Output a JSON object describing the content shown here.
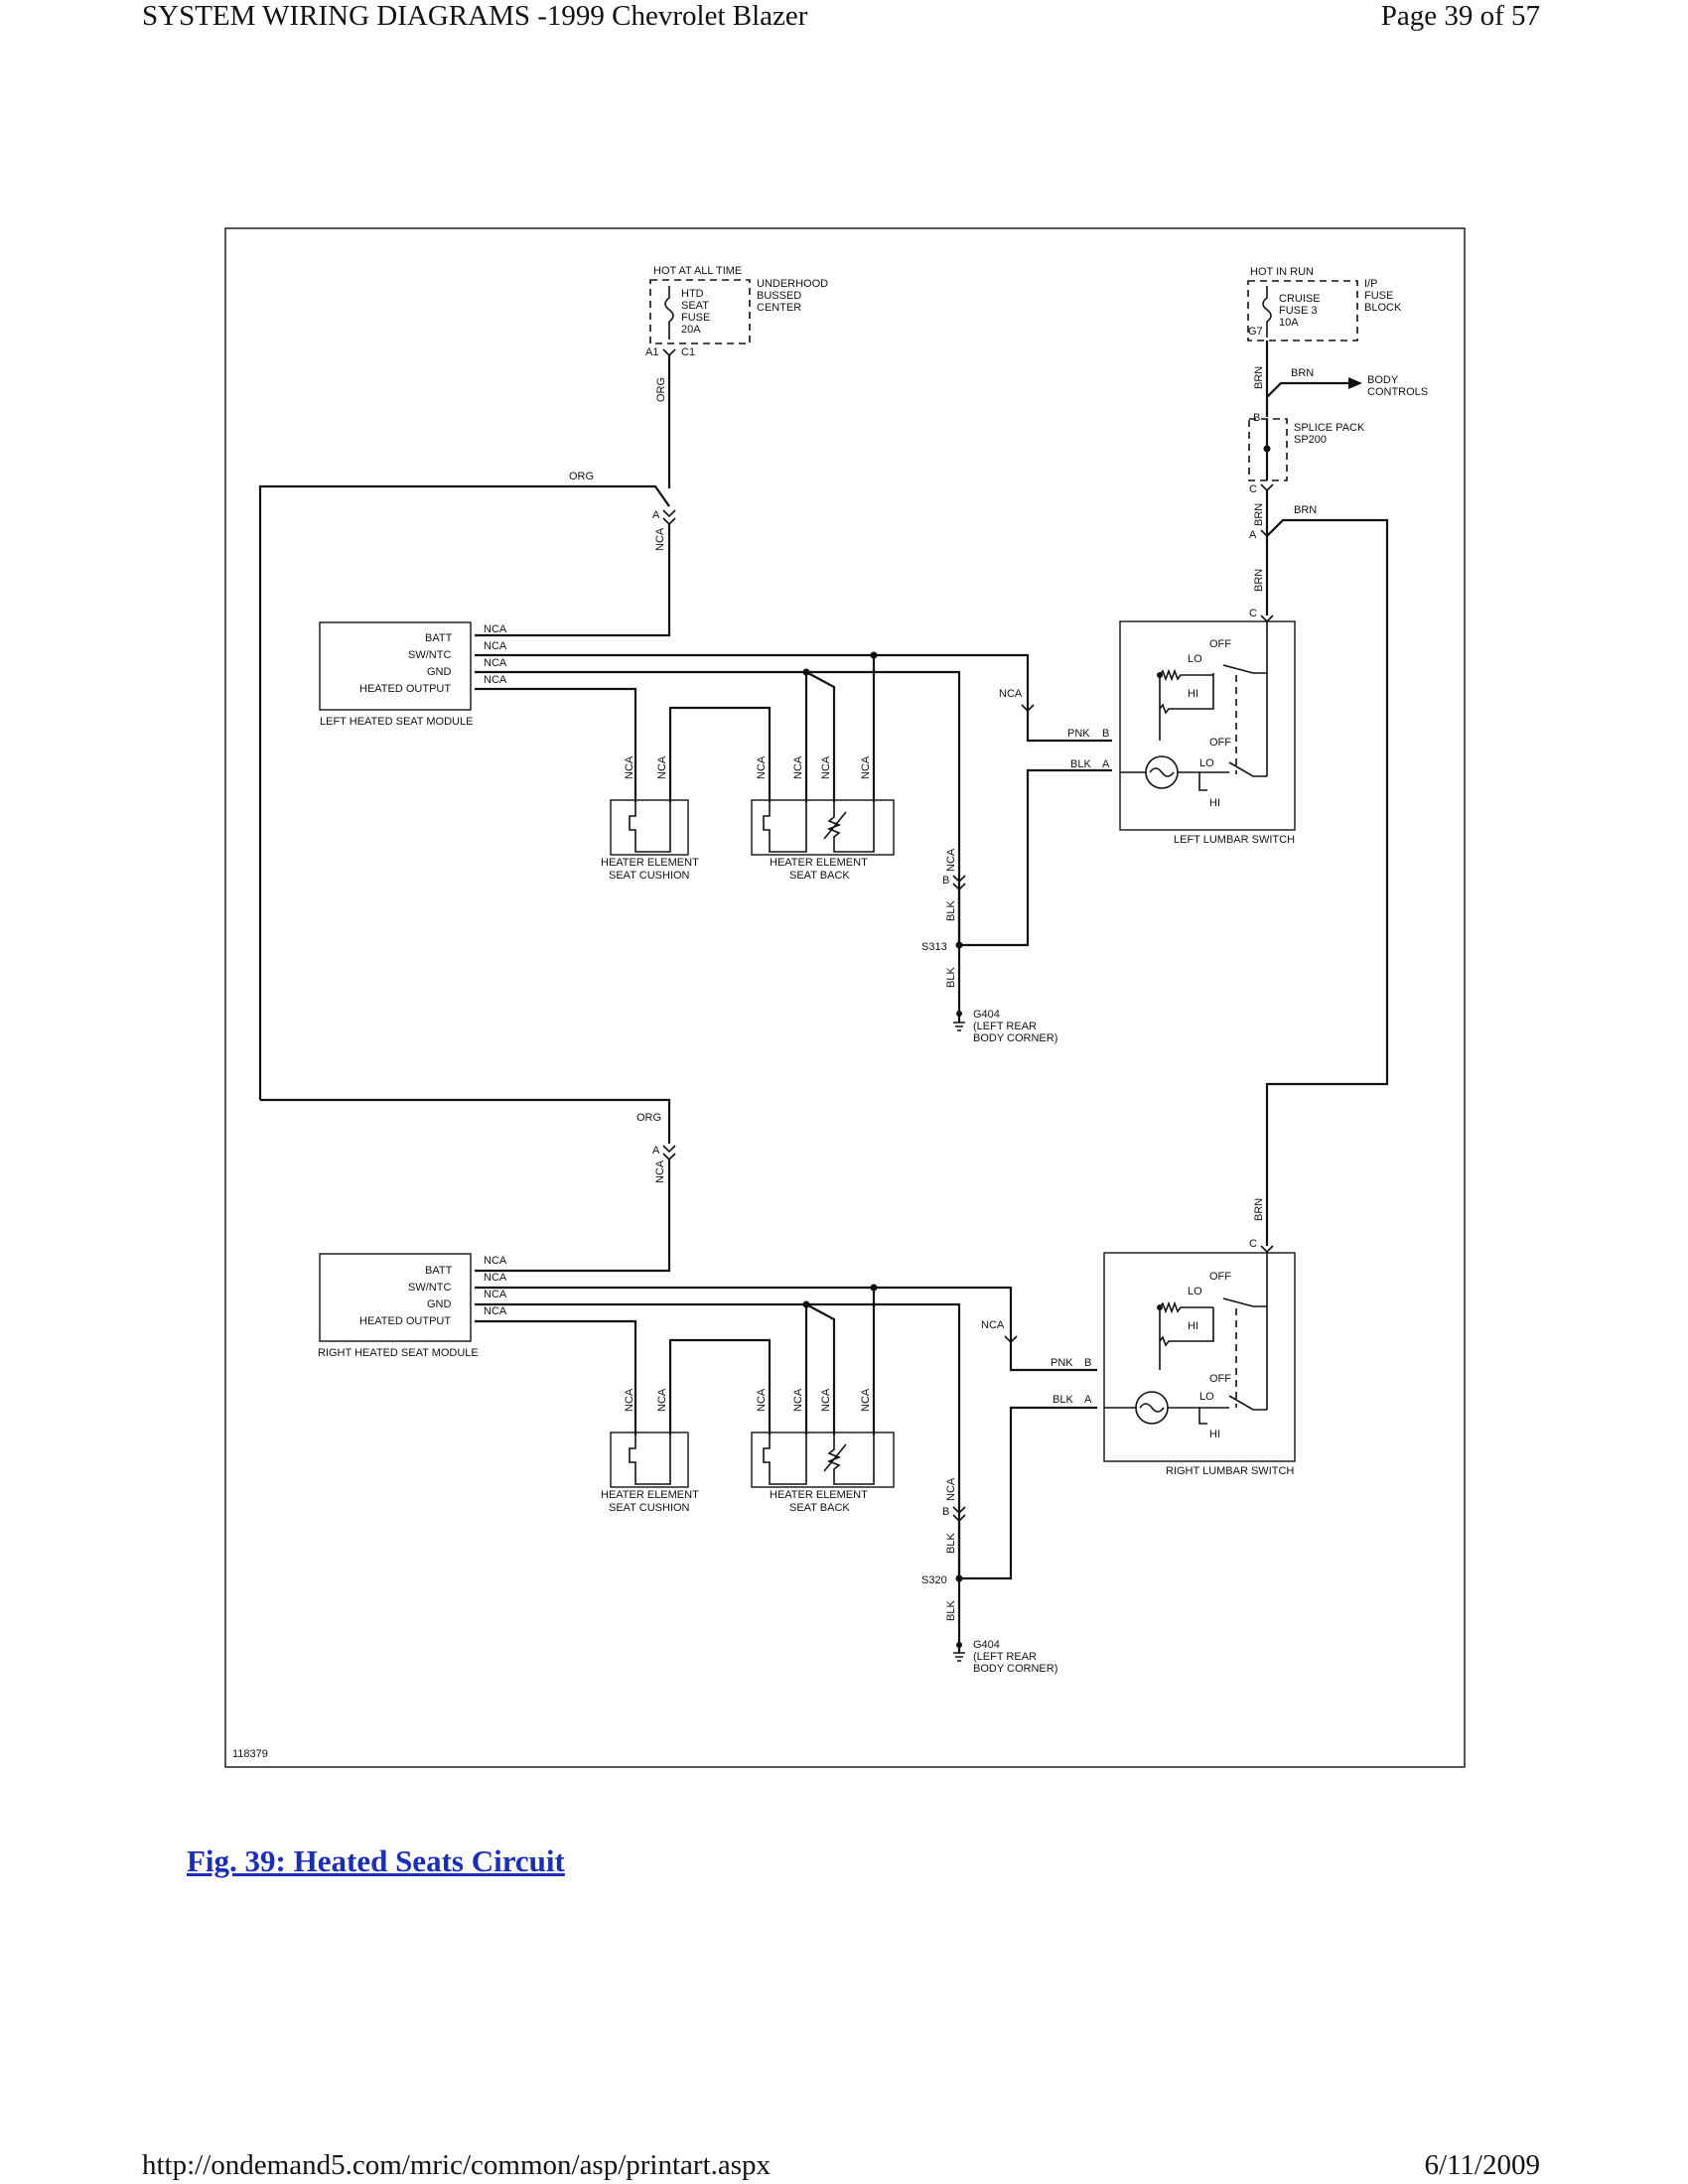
{
  "header": {
    "title": "SYSTEM WIRING DIAGRAMS -1999 Chevrolet Blazer",
    "page": "Page 39 of 57"
  },
  "footer": {
    "url": "http://ondemand5.com/mric/common/asp/printart.aspx",
    "date": "6/11/2009"
  },
  "caption": "Fig. 39: Heated Seats Circuit",
  "diagram": {
    "id": "118379",
    "hot_at_all_time": "HOT AT ALL TIME",
    "htd_fuse": [
      "HTD",
      "SEAT",
      "FUSE",
      "20A"
    ],
    "underhood": [
      "UNDERHOOD",
      "BUSSED",
      "CENTER"
    ],
    "a1": "A1",
    "c1": "C1",
    "hot_in_run": "HOT IN RUN",
    "cruise_fuse": [
      "CRUISE",
      "FUSE 3",
      "10A"
    ],
    "ip_block": [
      "I/P",
      "FUSE",
      "BLOCK"
    ],
    "g7": "G7",
    "body_controls": [
      "BODY",
      "CONTROLS"
    ],
    "splice_pack": [
      "SPLICE PACK",
      "SP200"
    ],
    "pin_a": "A",
    "pin_b": "B",
    "pin_c": "C",
    "org": "ORG",
    "nca": "NCA",
    "brn": "BRN",
    "blk": "BLK",
    "pnk": "PNK",
    "module_pins": [
      "BATT",
      "SW/NTC",
      "GND",
      "HEATED OUTPUT"
    ],
    "left_module": "LEFT HEATED SEAT MODULE",
    "right_module": "RIGHT HEATED SEAT MODULE",
    "cushion": [
      "HEATER ELEMENT",
      "SEAT CUSHION"
    ],
    "back": [
      "HEATER ELEMENT",
      "SEAT BACK"
    ],
    "left_lumbar": "LEFT LUMBAR SWITCH",
    "right_lumbar": "RIGHT LUMBAR SWITCH",
    "off": "OFF",
    "lo": "LO",
    "hi": "HI",
    "s313": "S313",
    "s320": "S320",
    "ground": [
      "G404",
      "(LEFT REAR",
      "BODY CORNER)"
    ]
  }
}
